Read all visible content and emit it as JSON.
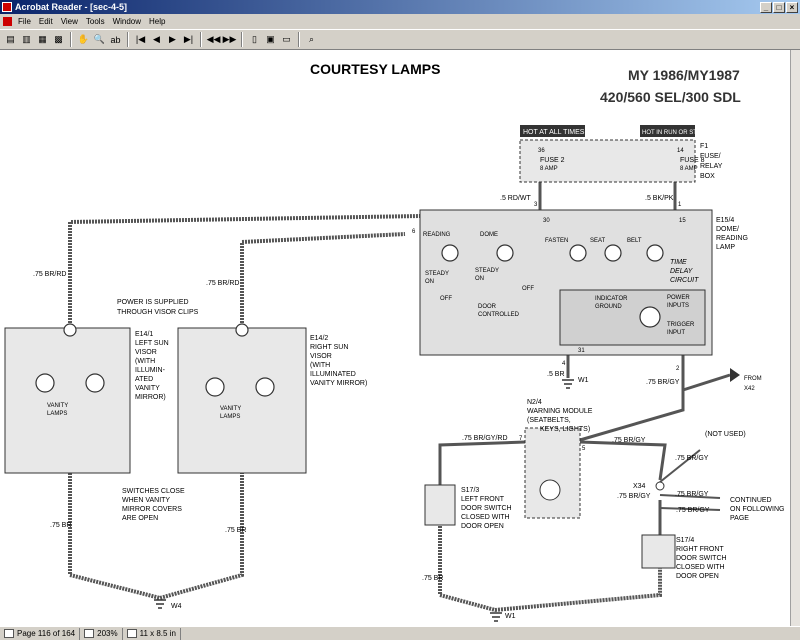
{
  "window": {
    "title": "Acrobat Reader - [sec-4-5]"
  },
  "menu": [
    "File",
    "Edit",
    "View",
    "Tools",
    "Window",
    "Help"
  ],
  "toolbar": {
    "icons": [
      "show-hide-navigation-icon",
      "document-view-icon",
      "thumbnail-icon",
      "grid-icon",
      "hand-tool-icon",
      "zoom-tool-icon",
      "text-select-icon",
      "first-page-icon",
      "previous-page-icon",
      "next-page-icon",
      "last-page-icon",
      "go-back-icon",
      "go-forward-icon",
      "actual-size-icon",
      "fit-page-icon",
      "fit-width-icon",
      "find-icon"
    ]
  },
  "document": {
    "title": "COURTESY LAMPS",
    "model_year": "MY 1986/MY1987",
    "model_names": "420/560 SEL/300 SDL",
    "hot_at_all_times": "HOT AT ALL TIMES",
    "hot_in_run": "HOT IN RUN OR START",
    "f1_label": "F1",
    "f1_name": "FUSE/",
    "f1_name2": "RELAY",
    "f1_name3": "BOX",
    "fuse2": "FUSE 2",
    "fuse2_amp": "8 AMP",
    "fuse8": "FUSE 8",
    "fuse8_amp": "8 AMP",
    "term36": "36",
    "term14": "14",
    "term3": "3",
    "term1": "1",
    "wire_5rdwt": ".5 RD/WT",
    "wire_5bkpk": ".5 BK/PK",
    "term30": "30",
    "term15": "15",
    "term6": "6",
    "e15_label": "E15/4",
    "e15_name1": "DOME/",
    "e15_name2": "READING",
    "e15_name3": "LAMP",
    "reading": "READING",
    "dome": "DOME",
    "fasten": "FASTEN",
    "seat": "SEAT",
    "belt": "BELT",
    "steady_on_1": "STEADY",
    "steady_on_1b": "ON",
    "steady_on_2": "STEADY",
    "steady_on_2b": "ON",
    "off1": "OFF",
    "off2": "OFF",
    "door_controlled": "DOOR",
    "door_controlled2": "CONTROLLED",
    "time_delay1": "TIME",
    "time_delay2": "DELAY",
    "time_delay3": "CIRCUIT",
    "indicator": "INDICATOR",
    "ground": "GROUND",
    "power_inputs1": "POWER",
    "power_inputs2": "INPUTS",
    "trigger1": "TRIGGER",
    "trigger2": "INPUT",
    "term4": "4",
    "term31": "31",
    "term2": "2",
    "wire_5br": ".5 BR",
    "w1a": "W1",
    "wire_75brgy_1": ".75 BR/GY",
    "from_label": "FROM",
    "from_x42": "X42",
    "power_supplied1": "POWER IS SUPPLIED",
    "power_supplied2": "THROUGH VISOR CLIPS",
    "wire_75brrd_1": ".75 BR/RD",
    "wire_75brrd_2": ".75 BR/RD",
    "e14_1": "E14/1",
    "e14_1_n1": "LEFT SUN",
    "e14_1_n2": "VISOR",
    "e14_1_n3": "(WITH",
    "e14_1_n4": "ILLUMIN-",
    "e14_1_n5": "ATED",
    "e14_1_n6": "VANITY",
    "e14_1_n7": "MIRROR)",
    "e14_2": "E14/2",
    "e14_2_n1": "RIGHT SUN",
    "e14_2_n2": "VISOR",
    "e14_2_n3": "(WITH",
    "e14_2_n4": "ILLUMINATED",
    "e14_2_n5": "VANITY MIRROR)",
    "vanity1": "VANITY",
    "vanity1b": "LAMPS",
    "vanity2": "VANITY",
    "vanity2b": "LAMPS",
    "switches1": "SWITCHES CLOSE",
    "switches2": "WHEN VANITY",
    "switches3": "MIRROR COVERS",
    "switches4": "ARE OPEN",
    "wire_75br_1": ".75 BR",
    "wire_75br_2": ".75 BR",
    "w4": "W4",
    "n2_label": "N2/4",
    "n2_name1": "WARNING MODULE",
    "n2_name2": "(SEATBELTS,",
    "n2_name3": "KEYS, LIGHTS)",
    "wire_75brgyrd": ".75 BR/GY/RD",
    "wire_75brgy_2": ".75 BR/GY",
    "term7": "7",
    "term5": "5",
    "not_used": "(NOT USED)",
    "wire_75brgy_3": ".75 BR/GY",
    "x34": "X34",
    "wire_75brgy_4": ".75 BR/GY",
    "wire_75brgy_5": ".75 BR/GY",
    "wire_75brgy_6": ".75 BR/GY",
    "continued1": "CONTINUED",
    "continued2": "ON FOLLOWING",
    "continued3": "PAGE",
    "s17_3": "S17/3",
    "s17_3_n1": "LEFT FRONT",
    "s17_3_n2": "DOOR SWITCH",
    "s17_3_n3": "CLOSED WITH",
    "s17_3_n4": "DOOR OPEN",
    "s17_4": "S17/4",
    "s17_4_n1": "RIGHT FRONT",
    "s17_4_n2": "DOOR SWITCH",
    "s17_4_n3": "CLOSED WITH",
    "s17_4_n4": "DOOR OPEN",
    "wire_75br_3": ".75 BR",
    "w1b": "W1"
  },
  "status": {
    "page": "Page 116 of 164",
    "zoom": "203%",
    "size": "11 x 8.5 in"
  }
}
